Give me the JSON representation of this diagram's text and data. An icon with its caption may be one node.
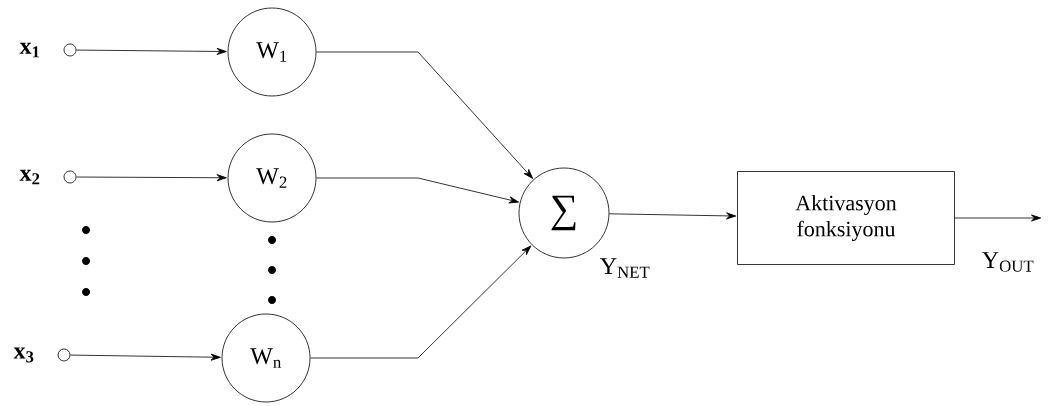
{
  "diagram": {
    "nodes": [
      {
        "text": [],
        "shape": "circle",
        "beside": [
          "x$_{1}$"
        ]
      },
      {
        "text": [],
        "shape": "circle",
        "beside": [
          "x$_{2}$"
        ]
      },
      {
        "text": [],
        "shape": "circle",
        "beside": [
          "x$_{3}$"
        ]
      },
      {
        "text": [
          "W$_{1}$"
        ]
      },
      {
        "text": [
          "W$_{2}$"
        ]
      },
      {
        "text": [
          "W$_{n}$"
        ]
      },
      {
        "text": [
          "∑"
        ]
      },
      {
        "text": [
          "Aktivasyon fonksiyonu"
        ]
      }
    ],
    "edges": [
      {
        "from": 0,
        "to": 3,
        "arrow": "to"
      },
      {
        "from": 1,
        "to": 4,
        "arrow": "to"
      },
      {
        "from": 2,
        "to": 5,
        "arrow": "to"
      },
      {
        "from": 3,
        "to": 6,
        "arrow": "to"
      },
      {
        "from": 4,
        "to": 6,
        "arrow": "to"
      },
      {
        "from": 5,
        "to": 6,
        "arrow": "to"
      },
      {
        "from": 6,
        "to": 7,
        "arrow": "to",
        "label": "Y$_{NET}$"
      },
      {
        "from": 7,
        "to": null,
        "arrow": "to",
        "label": "Y$_{OUT}$"
      }
    ]
  }
}
